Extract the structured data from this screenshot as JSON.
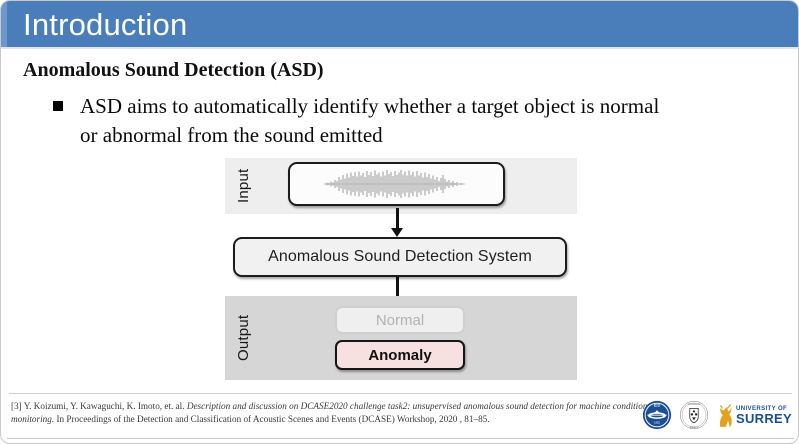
{
  "slide": {
    "title": "Introduction",
    "banner_color": "#4a7ebb",
    "heading": "Anomalous Sound Detection (ASD)",
    "bullet": {
      "marker": "square-bullet",
      "text": "ASD aims to automatically identify whether a target object is normal or abnormal from the sound emitted"
    }
  },
  "diagram": {
    "input_label": "Input",
    "output_label": "Output",
    "waveform_alt": "audio-waveform",
    "system_box": "Anomalous Sound Detection System",
    "normal_box": "Normal",
    "anomaly_box": "Anomaly",
    "normal_color": "#b2b2b2",
    "anomaly_fill": "#f7e0e0",
    "input_panel_color": "#eeeeee",
    "output_panel_color": "#d6d6d6"
  },
  "footer": {
    "citation_index": "[3]",
    "citation_authors": "Y. Koizumi, Y. Kawaguchi, K. Imoto, et. al.",
    "citation_title": "Description and discussion on DCASE2020 challenge task2: unsupervised anomalous sound detection for machine condition monitoring.",
    "citation_venue": "In Proceedings of the Detection and Classification of Acoustic Scenes and Events (DCASE) Workshop, 2020 , 81–85.",
    "logos": [
      {
        "name": "jiangsu-institute-logo",
        "text": ""
      },
      {
        "name": "university-crest-logo",
        "text": ""
      },
      {
        "name": "university-of-surrey-logo",
        "line1": "UNIVERSITY OF",
        "line2": "SURREY"
      }
    ]
  }
}
